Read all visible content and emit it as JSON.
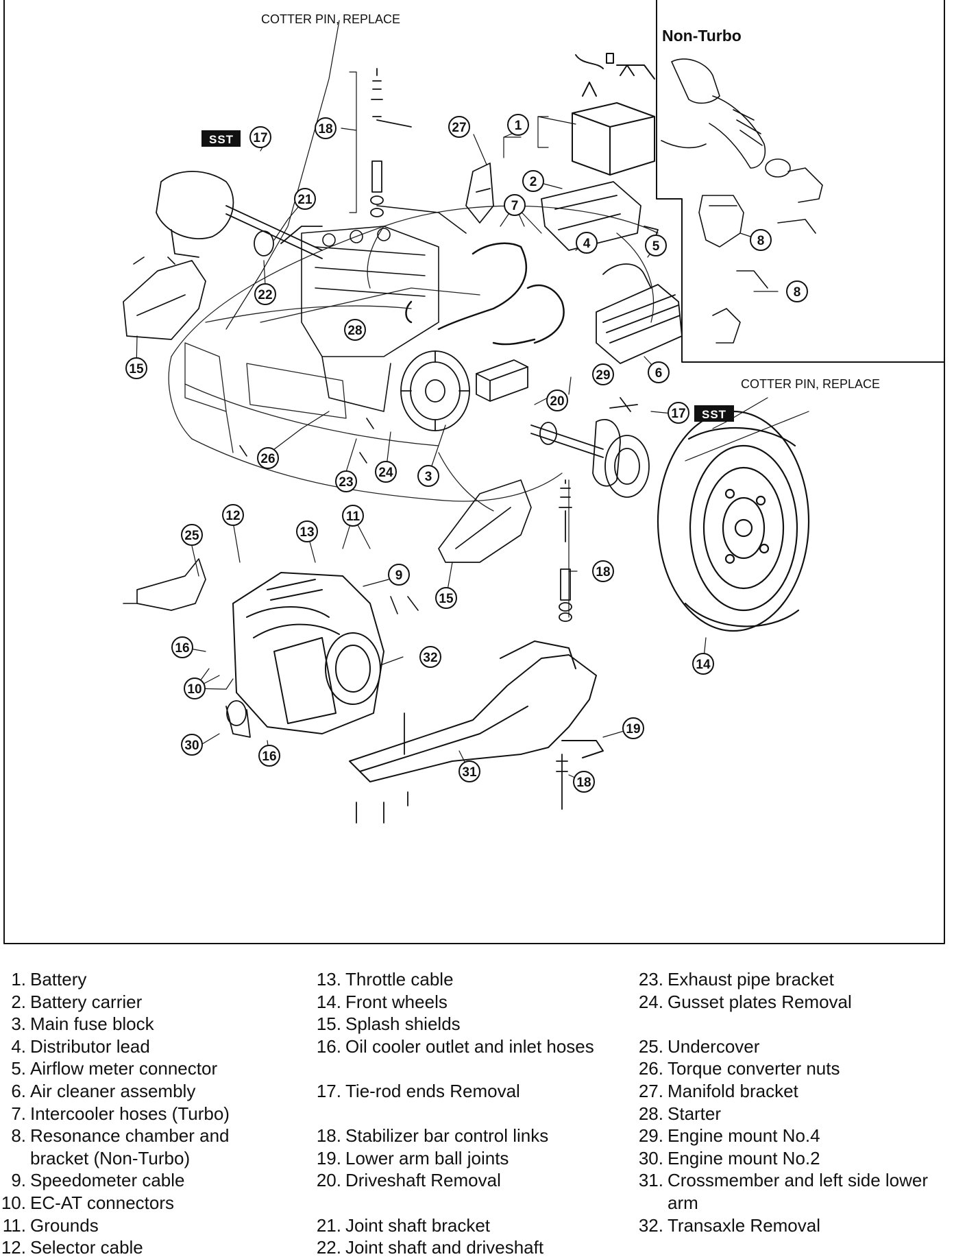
{
  "labels": {
    "cotter_top": "COTTER PIN, REPLACE",
    "cotter_right": "COTTER PIN, REPLACE",
    "non_turbo": "Non-Turbo",
    "sst": "SST"
  },
  "callouts": [
    "1",
    "2",
    "3",
    "4",
    "5",
    "6",
    "7",
    "8",
    "9",
    "10",
    "11",
    "12",
    "13",
    "14",
    "15",
    "16",
    "17",
    "18",
    "19",
    "20",
    "21",
    "22",
    "23",
    "24",
    "25",
    "26",
    "27",
    "28",
    "29",
    "30",
    "31",
    "32"
  ],
  "legend": {
    "col1": [
      {
        "n": "1.",
        "t": "Battery"
      },
      {
        "n": "2.",
        "t": "Battery carrier"
      },
      {
        "n": "3.",
        "t": "Main fuse block"
      },
      {
        "n": "4.",
        "t": "Distributor lead"
      },
      {
        "n": "5.",
        "t": "Airflow meter connector"
      },
      {
        "n": "6.",
        "t": "Air cleaner assembly"
      },
      {
        "n": "7.",
        "t": "Intercooler hoses (Turbo)"
      },
      {
        "n": "8.",
        "t": "Resonance chamber and bracket (Non-Turbo)"
      },
      {
        "n": "9.",
        "t": "Speedometer cable"
      },
      {
        "n": "10.",
        "t": "EC-AT connectors"
      },
      {
        "n": "11.",
        "t": "Grounds"
      },
      {
        "n": "12.",
        "t": "Selector cable"
      }
    ],
    "col2": [
      {
        "n": "13.",
        "t": "Throttle cable"
      },
      {
        "n": "14.",
        "t": "Front wheels"
      },
      {
        "n": "15.",
        "t": "Splash shields"
      },
      {
        "n": "16.",
        "t": "Oil cooler outlet and inlet hoses"
      },
      {
        "n": "17.",
        "t": "Tie-rod ends Removal"
      },
      {
        "n": "18.",
        "t": "Stabilizer bar control links"
      },
      {
        "n": "19.",
        "t": "Lower arm ball joints"
      },
      {
        "n": "20.",
        "t": "Driveshaft Removal"
      },
      {
        "n": "21.",
        "t": "Joint shaft bracket"
      },
      {
        "n": "22.",
        "t": "Joint shaft and driveshaft"
      }
    ],
    "col3": [
      {
        "n": "23.",
        "t": "Exhaust pipe bracket"
      },
      {
        "n": "24.",
        "t": "Gusset plates Removal"
      },
      {
        "n": "25.",
        "t": "Undercover"
      },
      {
        "n": "26.",
        "t": "Torque converter nuts"
      },
      {
        "n": "27.",
        "t": "Manifold bracket"
      },
      {
        "n": "28.",
        "t": "Starter"
      },
      {
        "n": "29.",
        "t": "Engine mount No.4"
      },
      {
        "n": "30.",
        "t": "Engine mount No.2"
      },
      {
        "n": "31.",
        "t": "Crossmember and left side lower arm"
      },
      {
        "n": "32.",
        "t": "Transaxle Removal"
      }
    ]
  }
}
